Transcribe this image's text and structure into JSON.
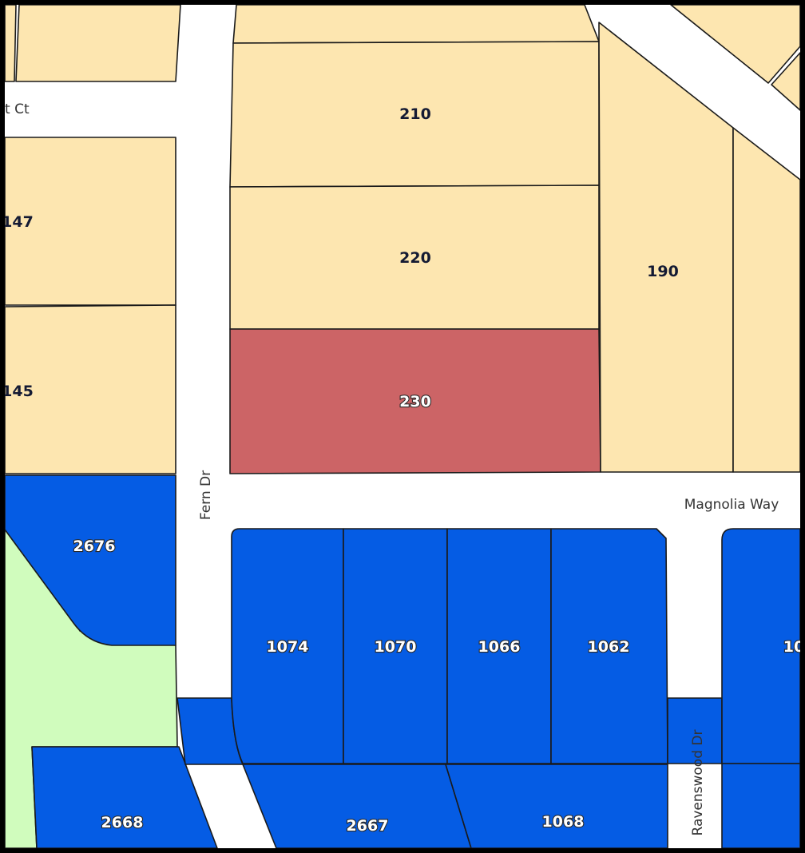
{
  "colors": {
    "residential": "#fde6b0",
    "selected": "#cc6466",
    "blue": "#055ce4",
    "park": "#d0fcbd",
    "road": "#ffffff",
    "frame": "#000000"
  },
  "streets": {
    "ct": "t Ct",
    "fern": "Fern Dr",
    "magnolia": "Magnolia Way",
    "ravenswood": "Ravenswood Dr"
  },
  "parcels": {
    "p210": "210",
    "p220": "220",
    "p230": "230",
    "p190": "190",
    "p147": "147",
    "p145": "145",
    "p2676": "2676",
    "p1074": "1074",
    "p1070": "1070",
    "p1066": "1066",
    "p1062": "1062",
    "p10": "10",
    "p2668": "2668",
    "p2667": "2667",
    "p1068": "1068"
  }
}
